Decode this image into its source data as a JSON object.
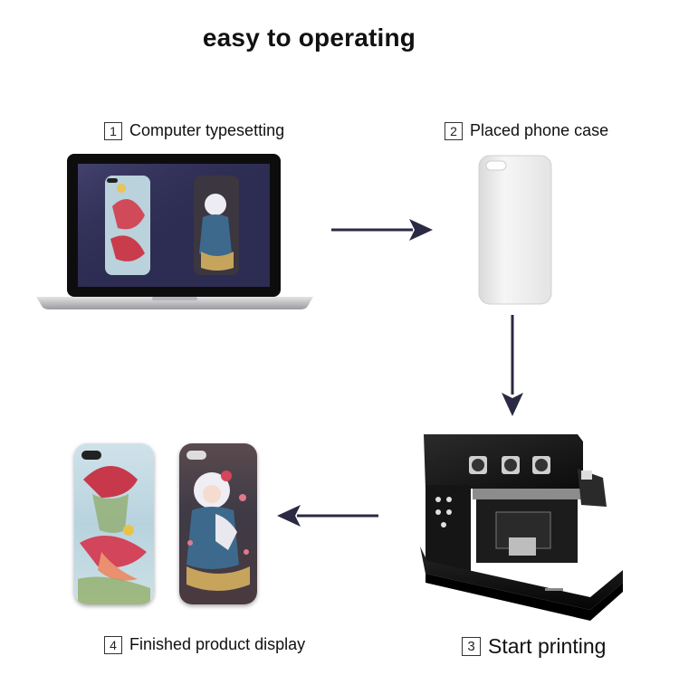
{
  "title": "easy to operating",
  "steps": [
    {
      "number": "1",
      "label": "Computer typesetting"
    },
    {
      "number": "2",
      "label": "Placed phone case"
    },
    {
      "number": "3",
      "label": "Start printing"
    },
    {
      "number": "4",
      "label": "Finished product display"
    }
  ],
  "colors": {
    "arrow": "#2a2a44",
    "laptop_screen": "#2d2c52",
    "phone_case_blank": "#f1f1f1",
    "printer_body": "#1a1a1a"
  }
}
